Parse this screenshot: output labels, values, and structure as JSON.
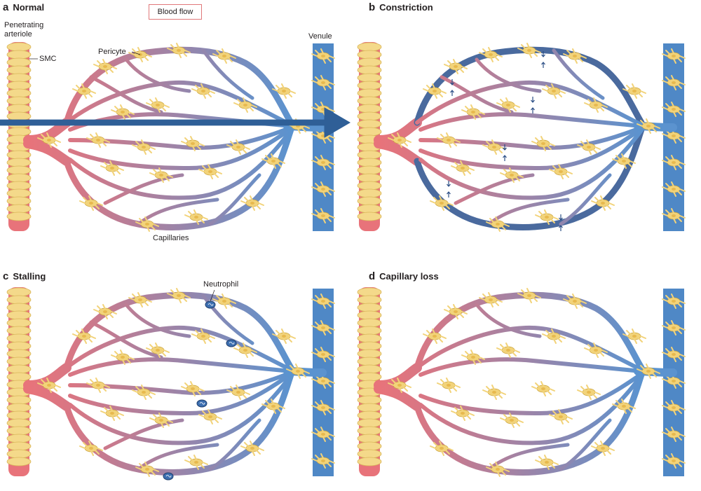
{
  "panels": [
    {
      "letter": "a",
      "title": "Normal",
      "mode": "normal"
    },
    {
      "letter": "b",
      "title": "Constriction",
      "mode": "constriction"
    },
    {
      "letter": "c",
      "title": "Stalling",
      "mode": "stalling"
    },
    {
      "letter": "d",
      "title": "Capillary loss",
      "mode": "loss"
    }
  ],
  "labels": {
    "penetrating_arteriole_line1": "Penetrating",
    "penetrating_arteriole_line2": "arteriole",
    "smc": "SMC",
    "pericyte": "Pericyte",
    "venule": "Venule",
    "capillaries": "Capillaries",
    "neutrophil": "Neutrophil"
  },
  "legend": {
    "blood_flow": "Blood flow"
  },
  "colors": {
    "arterial_red": "#e8737a",
    "venous_blue": "#5b93cf",
    "pericyte_yellow": "#f2d37a",
    "pericyte_outline": "#c9a23a",
    "arteriole_yellow": "#f4d98a",
    "venule_blue": "#4f88c6",
    "constricted_dark": "#4a6a9e"
  },
  "icons": [
    "flow-arrow-icon",
    "constriction-arrows-icon",
    "neutrophil-icon"
  ]
}
